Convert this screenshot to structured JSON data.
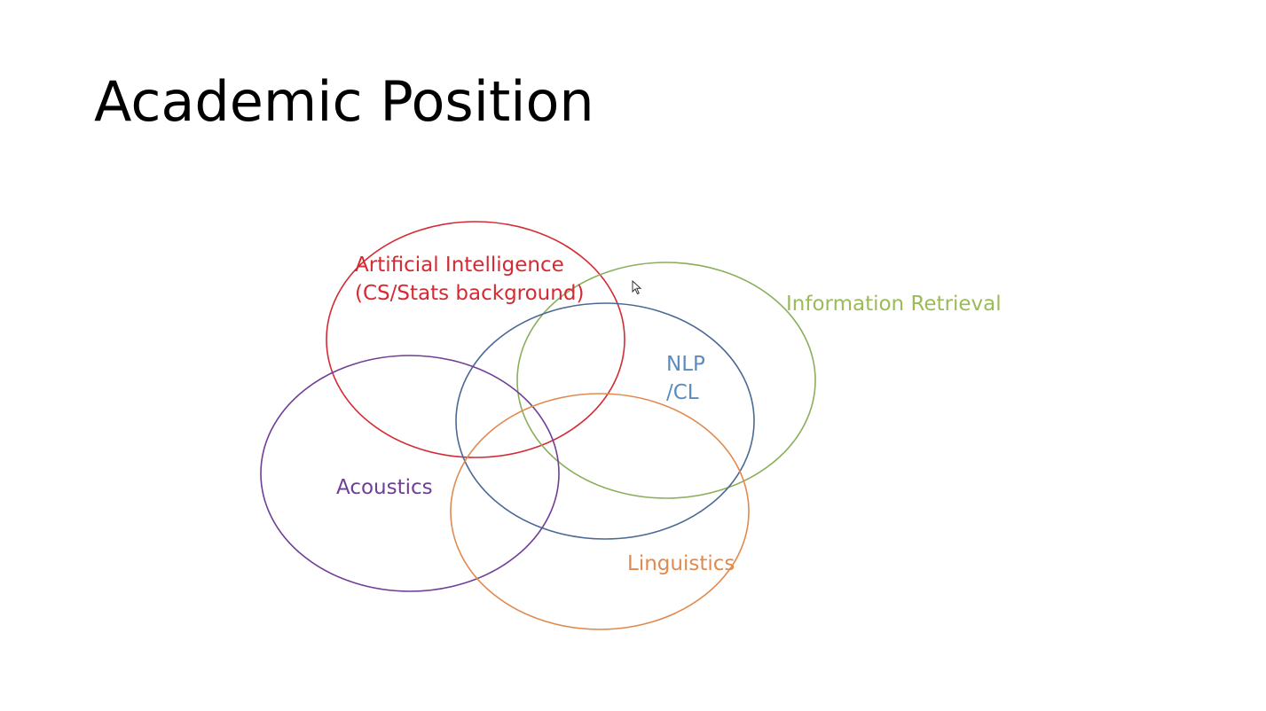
{
  "slide": {
    "title": "Academic Position"
  },
  "diagram": {
    "labels": {
      "ai_line1": "Artificial Intelligence",
      "ai_line2": "(CS/Stats background)",
      "information_retrieval": "Information Retrieval",
      "nlp_line1": "NLP",
      "nlp_line2": "/CL",
      "acoustics": "Acoustics",
      "linguistics": "Linguistics"
    },
    "colors": {
      "artificial_intelligence": "#d42a33",
      "information_retrieval": "#8aaf5c",
      "information_retrieval_text": "#9bbb59",
      "nlp_cl": "#4a6995",
      "nlp_cl_text": "#5b8cc0",
      "acoustics": "#6f3e96",
      "linguistics": "#e08a4f"
    }
  }
}
